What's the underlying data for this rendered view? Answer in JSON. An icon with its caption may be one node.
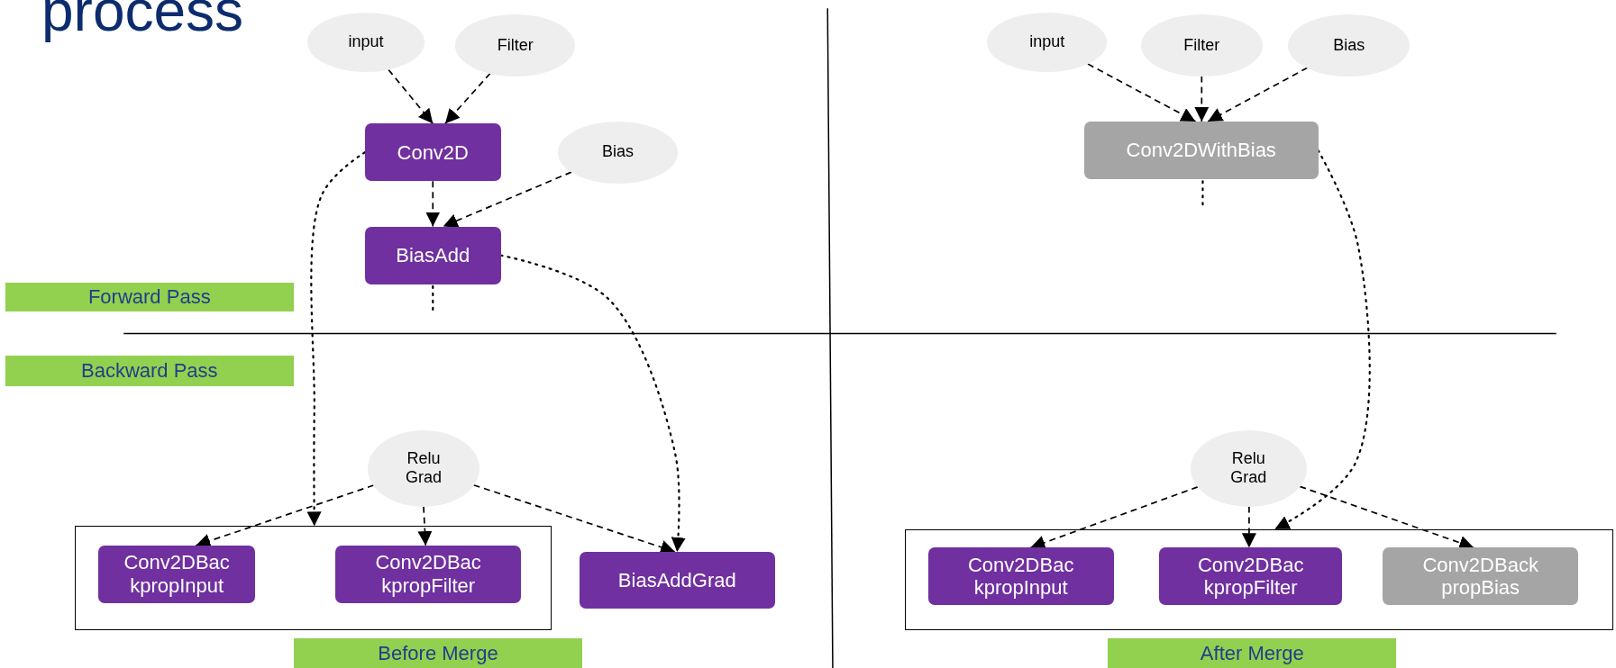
{
  "diagram": {
    "title": "process",
    "nodes": [
      {
        "text": [
          "input"
        ]
      },
      {
        "text": [
          "Filter"
        ]
      },
      {
        "text": [
          "Conv2D"
        ]
      },
      {
        "text": [
          "Bias"
        ]
      },
      {
        "text": [
          "BiasAdd"
        ]
      },
      {
        "text": [
          "Forward Pass"
        ]
      },
      {
        "text": [
          "Backward Pass"
        ]
      },
      {
        "text": [
          "Relu Grad"
        ]
      },
      {
        "text": [],
        "shape": "box"
      },
      {
        "text": [
          "Conv2DBac kpropInput"
        ],
        "in": 8
      },
      {
        "text": [
          "Conv2DBac kpropFilter"
        ],
        "in": 8
      },
      {
        "text": [
          "BiasAddGrad"
        ]
      },
      {
        "text": [
          "Before Merge"
        ]
      },
      {
        "text": [
          "input"
        ]
      },
      {
        "text": [
          "Filter"
        ]
      },
      {
        "text": [
          "Bias"
        ]
      },
      {
        "text": [
          "Conv2DWithBias"
        ]
      },
      {
        "text": [
          "Relu Grad"
        ]
      },
      {
        "text": [],
        "shape": "box"
      },
      {
        "text": [
          "Conv2DBac kpropInput"
        ],
        "in": 18
      },
      {
        "text": [
          "Conv2DBac kpropFilter"
        ],
        "in": 18
      },
      {
        "text": [
          "Conv2DBack propBias"
        ],
        "in": 18
      },
      {
        "text": [
          "After Merge"
        ]
      }
    ],
    "edges": [
      {
        "from": 0,
        "to": 2,
        "arrow": "to"
      },
      {
        "from": 1,
        "to": 2,
        "arrow": "to"
      },
      {
        "from": 2,
        "to": 4,
        "arrow": "to"
      },
      {
        "from": 3,
        "to": 4,
        "arrow": "to"
      },
      {
        "from": 7,
        "to": 9,
        "arrow": "to"
      },
      {
        "from": 7,
        "to": 10,
        "arrow": "to"
      },
      {
        "from": 7,
        "to": 11,
        "arrow": "to"
      },
      {
        "from": 2,
        "to": 8,
        "arrow": "to",
        "style": "dashed"
      },
      {
        "from": 4,
        "to": 11,
        "arrow": "to",
        "style": "dashed"
      },
      {
        "from": 4,
        "to": null,
        "arrow": "none",
        "style": "dashed"
      },
      {
        "from": 13,
        "to": 16,
        "arrow": "to"
      },
      {
        "from": 14,
        "to": 16,
        "arrow": "to"
      },
      {
        "from": 15,
        "to": 16,
        "arrow": "to"
      },
      {
        "from": 16,
        "to": 18,
        "arrow": "to",
        "style": "dashed"
      },
      {
        "from": 16,
        "to": null,
        "arrow": "none",
        "style": "dashed"
      },
      {
        "from": 17,
        "to": 19,
        "arrow": "to"
      },
      {
        "from": 17,
        "to": 20,
        "arrow": "to"
      },
      {
        "from": 17,
        "to": 21,
        "arrow": "to"
      }
    ]
  }
}
